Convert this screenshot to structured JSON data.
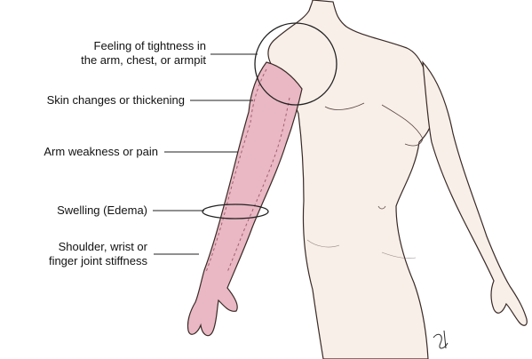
{
  "labels": [
    {
      "lines": [
        "Feeling of tightness in",
        "the arm, chest, or armpit"
      ]
    },
    {
      "lines": [
        "Skin changes or thickening"
      ]
    },
    {
      "lines": [
        "Arm weakness or pain"
      ]
    },
    {
      "lines": [
        "Swelling (Edema)"
      ]
    },
    {
      "lines": [
        "Shoulder, wrist or",
        "finger joint stiffness"
      ]
    }
  ],
  "colors": {
    "skin": "#f8efe9",
    "outline": "#3a2a26",
    "affected_arm": "#e9b8c4",
    "leader_line": "#222222"
  }
}
